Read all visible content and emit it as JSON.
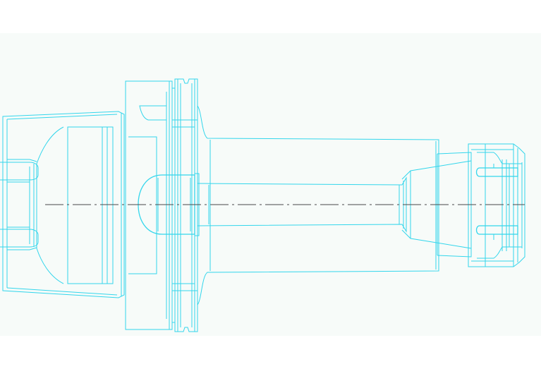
{
  "drawing": {
    "title": "",
    "line_color": "#33d6ec",
    "axis_color": "#4a4a4a",
    "background": "#f7fbf9",
    "parts": [
      "tool-holder-taper",
      "retention-knob-slots",
      "flange-collar",
      "v-groove",
      "shank-body",
      "inner-bore",
      "collet-nose",
      "clamping-nut",
      "center-axis"
    ]
  }
}
